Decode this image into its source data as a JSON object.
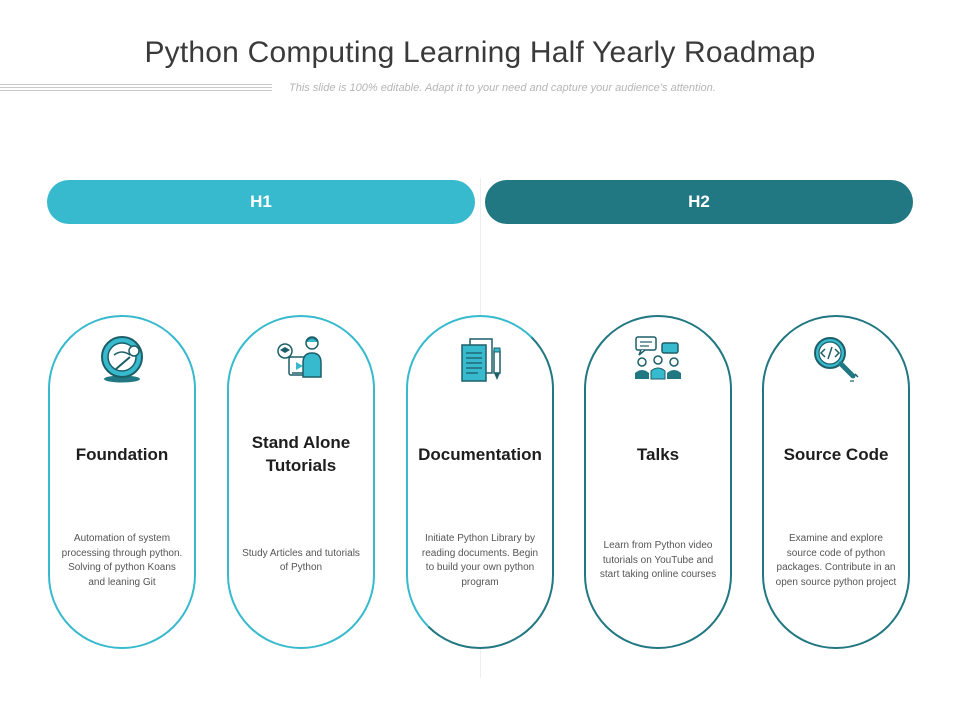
{
  "title": "Python Computing Learning Half Yearly Roadmap",
  "subtitle": "This slide is 100% editable. Adapt it to your need and capture your audience’s attention.",
  "colors": {
    "light": "#37bacd",
    "dark": "#217782"
  },
  "phases": [
    {
      "label": "H1"
    },
    {
      "label": "H2"
    }
  ],
  "cards": [
    {
      "icon": "webcam-icon",
      "heading": "Foundation",
      "description": "Automation of system processing through python. Solving of python Koans and leaning Git"
    },
    {
      "icon": "video-tutorial-icon",
      "heading": "Stand Alone Tutorials",
      "description": "Study Articles and tutorials of Python"
    },
    {
      "icon": "documents-pen-icon",
      "heading": "Documentation",
      "description": "Initiate Python Library by reading documents. Begin to build your own python program"
    },
    {
      "icon": "group-talk-icon",
      "heading": "Talks",
      "description": "Learn from Python video tutorials on YouTube and start taking online courses"
    },
    {
      "icon": "code-search-icon",
      "heading": "Source Code",
      "description": "Examine and explore source code of python packages. Contribute in an open source python project"
    }
  ]
}
